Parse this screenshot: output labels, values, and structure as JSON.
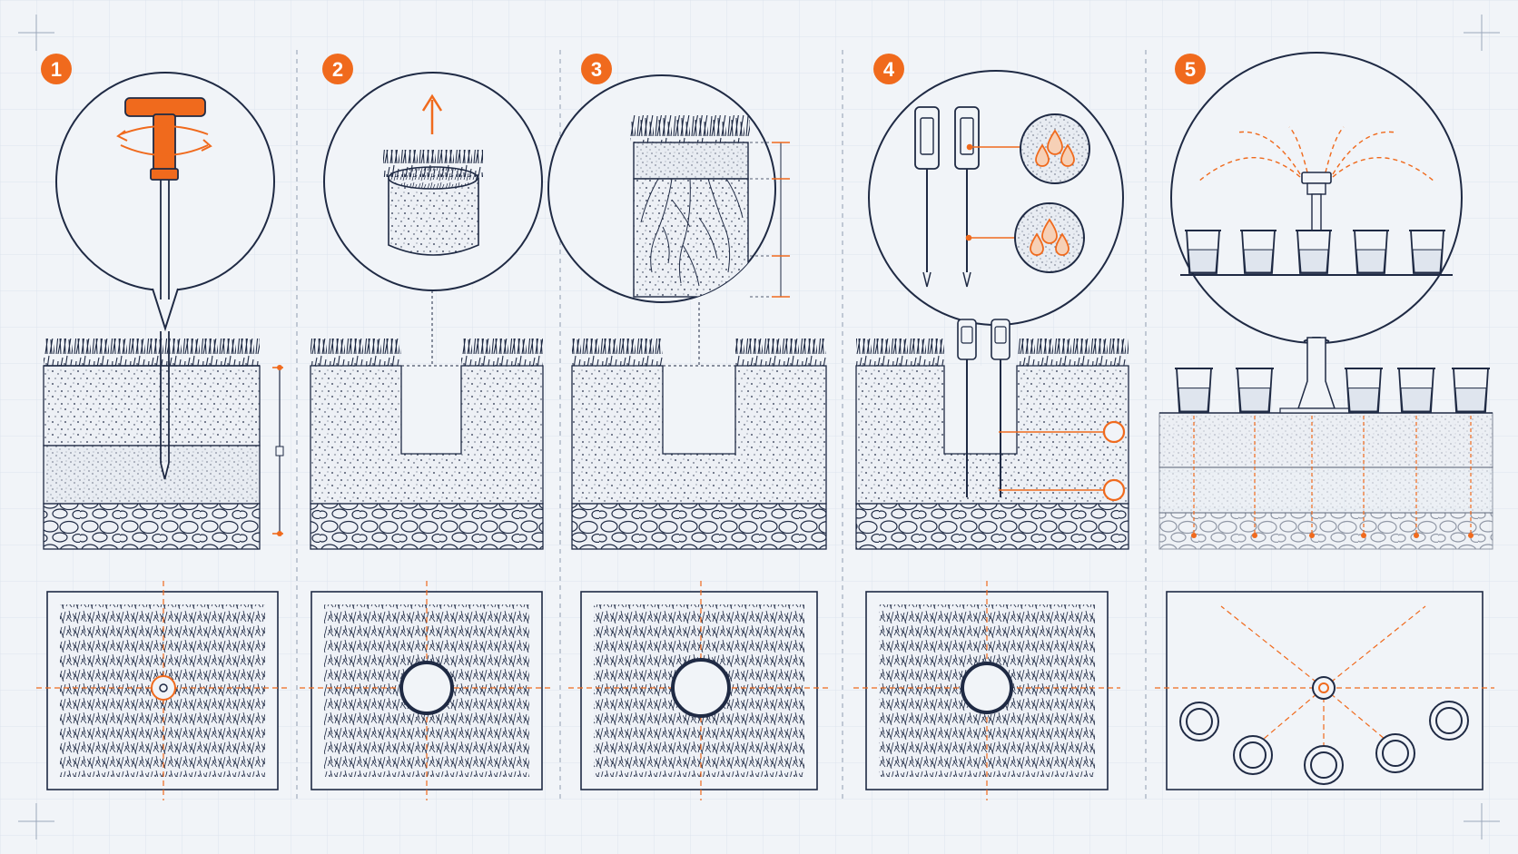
{
  "steps": [
    {
      "number": "1",
      "name": "insert-probe"
    },
    {
      "number": "2",
      "name": "extract-core"
    },
    {
      "number": "3",
      "name": "inspect-profile"
    },
    {
      "number": "4",
      "name": "moisture-sensors"
    },
    {
      "number": "5",
      "name": "catch-cup-audit"
    }
  ],
  "colors": {
    "ink": "#1f2a44",
    "accent": "#f06a1d",
    "background": "#f1f4f8",
    "soil_light": "#e9edf3",
    "grid": "#dbe3ee"
  },
  "icons": [
    "t-handle-soil-probe-icon",
    "turf-plug-icon",
    "soil-core-profile-icon",
    "moisture-meter-icon",
    "water-drop-icon",
    "sprinkler-head-icon",
    "catch-cup-icon"
  ]
}
